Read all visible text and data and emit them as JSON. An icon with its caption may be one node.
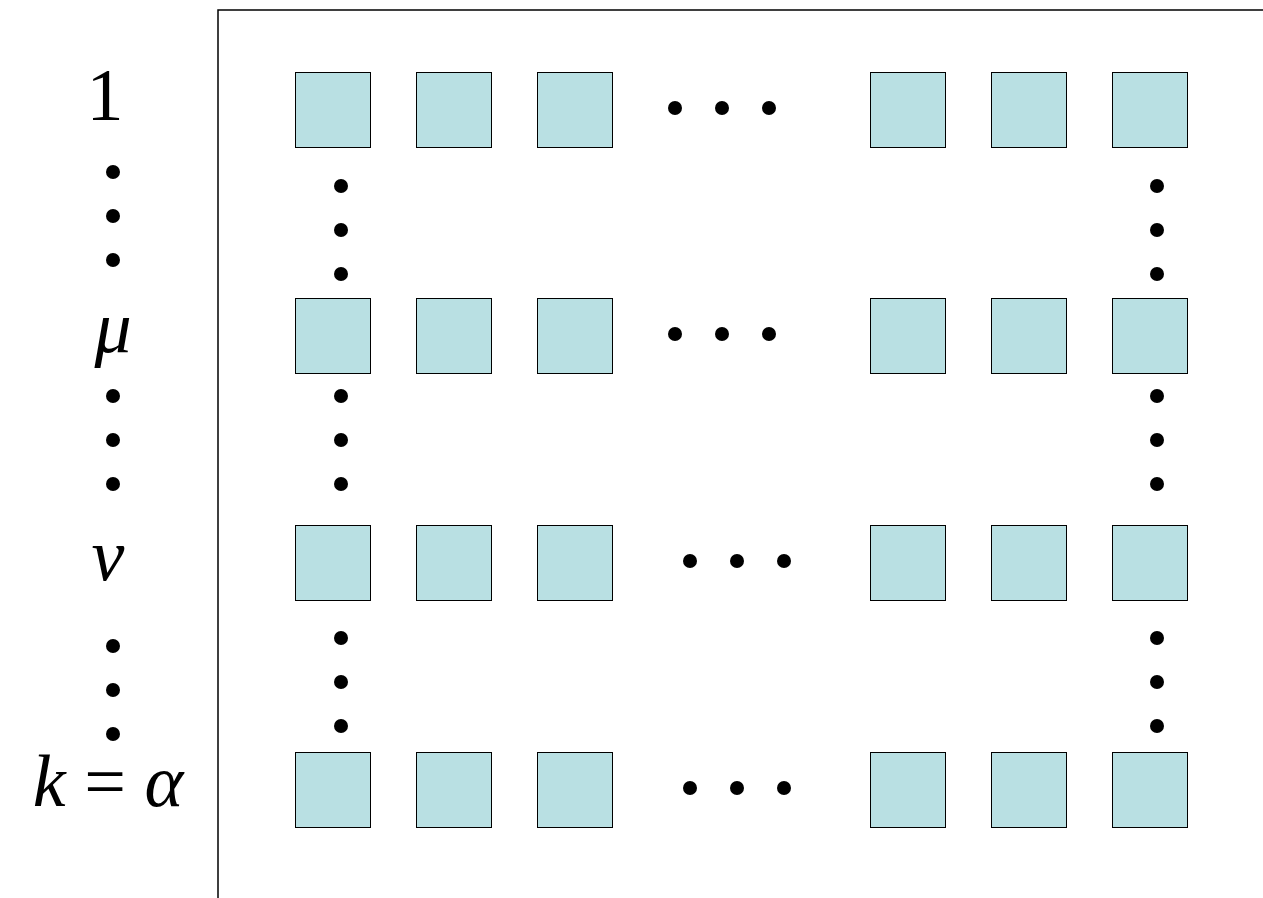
{
  "diagram": {
    "nodes": [
      {
        "text": [],
        "shape": "box"
      },
      {
        "text": [],
        "shape": "box"
      },
      {
        "text": [],
        "shape": "box"
      },
      {
        "text": [],
        "shape": "box"
      },
      {
        "text": [],
        "shape": "box"
      },
      {
        "text": [],
        "shape": "box"
      },
      {
        "text": [],
        "shape": "box"
      },
      {
        "text": [],
        "shape": "box"
      },
      {
        "text": [],
        "shape": "box"
      },
      {
        "text": [],
        "shape": "box"
      },
      {
        "text": [],
        "shape": "box"
      },
      {
        "text": [],
        "shape": "box"
      },
      {
        "text": [],
        "shape": "box"
      },
      {
        "text": [],
        "shape": "box"
      },
      {
        "text": [],
        "shape": "box"
      },
      {
        "text": [],
        "shape": "box"
      },
      {
        "text": [],
        "shape": "box"
      },
      {
        "text": [],
        "shape": "box"
      },
      {
        "text": [],
        "shape": "box"
      },
      {
        "text": [],
        "shape": "box"
      },
      {
        "text": [],
        "shape": "box"
      },
      {
        "text": [],
        "shape": "box"
      },
      {
        "text": [],
        "shape": "box"
      },
      {
        "text": [],
        "shape": "box"
      }
    ],
    "labels": [
      "1",
      "μ",
      "ν",
      "*k* = *α*"
    ]
  }
}
